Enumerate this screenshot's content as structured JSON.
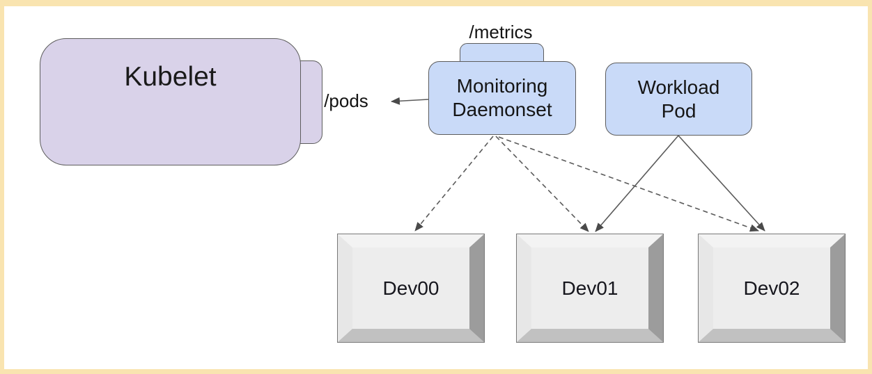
{
  "diagram": {
    "kubelet": {
      "label": "Kubelet",
      "endpoint_label": "/pods"
    },
    "monitoring": {
      "line1": "Monitoring",
      "line2": "Daemonset",
      "endpoint_label": "/metrics"
    },
    "workload": {
      "line1": "Workload",
      "line2": "Pod"
    },
    "devices": [
      {
        "label": "Dev00"
      },
      {
        "label": "Dev01"
      },
      {
        "label": "Dev02"
      }
    ],
    "edges": [
      {
        "from": "monitoring-daemonset",
        "to": "kubelet",
        "style": "solid",
        "via": "/pods"
      },
      {
        "from": "monitoring-daemonset",
        "to": "Dev00",
        "style": "dashed"
      },
      {
        "from": "monitoring-daemonset",
        "to": "Dev01",
        "style": "dashed"
      },
      {
        "from": "monitoring-daemonset",
        "to": "Dev02",
        "style": "dashed"
      },
      {
        "from": "workload-pod",
        "to": "Dev01",
        "style": "solid"
      },
      {
        "from": "workload-pod",
        "to": "Dev02",
        "style": "solid"
      }
    ],
    "colors": {
      "frame_border": "#f9e4b0",
      "kubelet_fill": "#d9d2e9",
      "pod_fill": "#c9daf8",
      "box_border": "#5c5c5c",
      "connector": "#5a5a5a",
      "device_face": "#ededed"
    }
  }
}
